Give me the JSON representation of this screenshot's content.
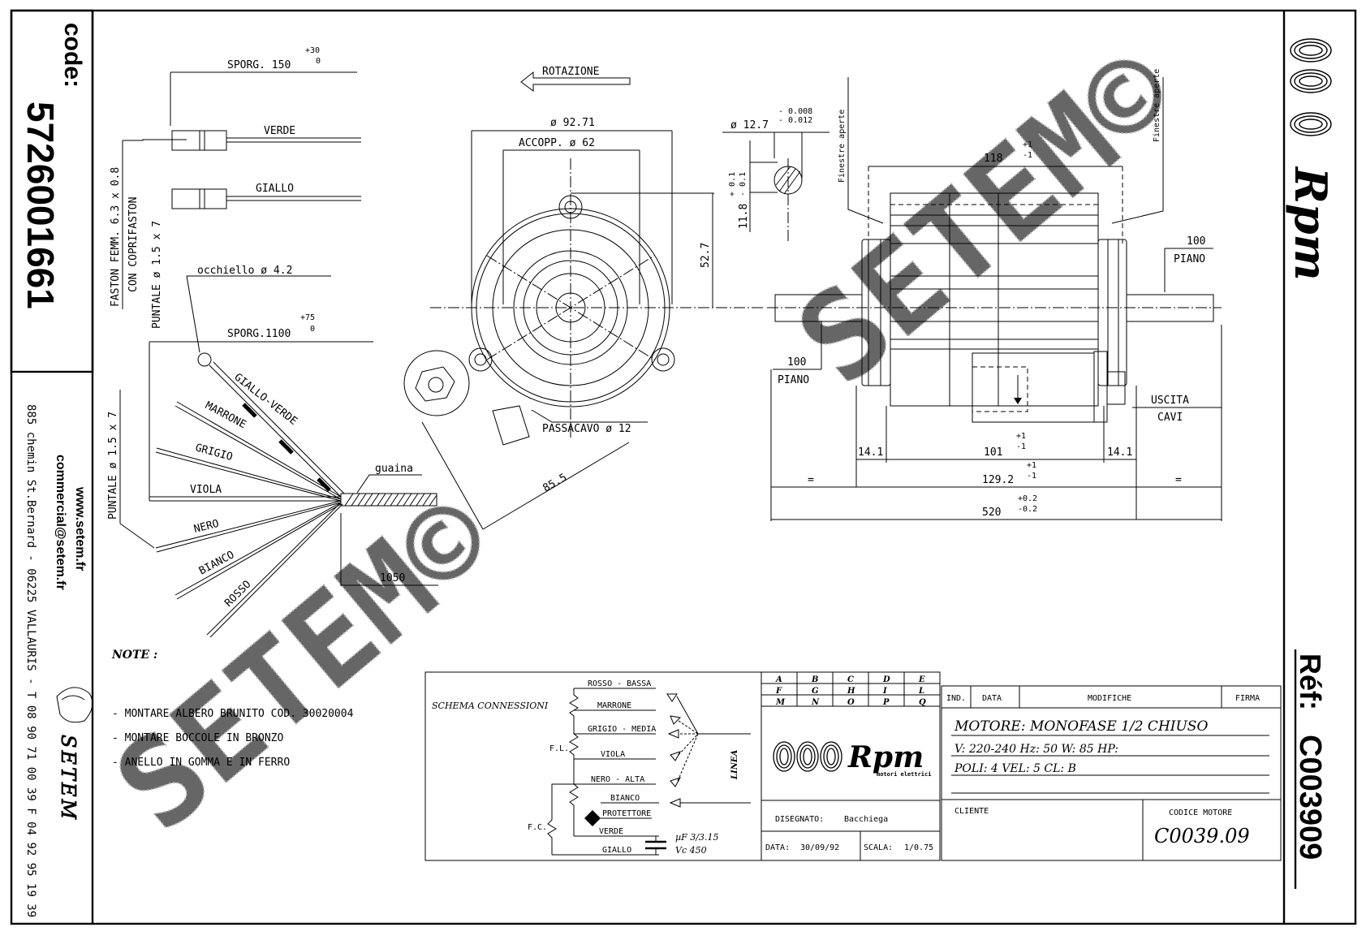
{
  "sidebar_left": {
    "code_label": "code:",
    "code_value": "5726001661",
    "website": "www.setem.fr",
    "email": "commercial@setem.fr",
    "address": "885 chemin St.Bernard  -  06225 VALLAURIS  -  T 08 90 71 00 39   F 04 92 95 19 39",
    "brand": "SETEM"
  },
  "sidebar_right": {
    "brand": "Rpm",
    "ref_label": "Réf:",
    "ref_value": "C003909"
  },
  "watermark": "SETEM©",
  "cable_view": {
    "sporg_150": "SPORG. 150",
    "sporg_150_tol_plus": "+30",
    "sporg_150_tol_minus": "0",
    "faston_note": "FASTON FEMM. 6.3 x 0.8",
    "faston_note_2": "CON COPRIFASTON",
    "puntale_top": "PUNTALE ø 1.5 x 7",
    "wire_verde": "VERDE",
    "wire_giallo": "GIALLO",
    "occhiello": "occhiello ø 4.2",
    "sporg_1100": "SPORG.1100",
    "sporg_1100_tol_plus": "+75",
    "sporg_1100_tol_minus": "0",
    "puntale_left": "PUNTALE ø 1.5 x 7",
    "wires": [
      "GIALLO-VERDE",
      "MARRONE",
      "GRIGIO",
      "VIOLA",
      "NERO",
      "BIANCO",
      "ROSSO"
    ],
    "guaina": "guaina",
    "len_1050": "1050"
  },
  "front_view": {
    "rotation": "ROTAZIONE",
    "dia_outer": "ø 92.71",
    "dia_coupling": "ACCOPP.  ø 62",
    "height_52_7": "52.7",
    "passacavo": "PASSACAVO  ø 12",
    "dim_85_5": "85.5"
  },
  "shaft_section": {
    "dia": "ø 12.7",
    "tol_1": "- 0.008",
    "tol_2": "- 0.012",
    "flat": "11.8",
    "flat_tol_plus": "+ 0.1",
    "flat_tol_minus": "- 0.1"
  },
  "side_view": {
    "finestre_1": "Finestre aperte",
    "finestre_2": "Finestre aperte",
    "dim_118": "118",
    "dim_118_plus": "+1",
    "dim_118_minus": "-1",
    "piano_right_val": "100",
    "piano_right": "PIANO",
    "piano_left_val": "100",
    "piano_left": "PIANO",
    "uscita": "USCITA",
    "cavi": "CAVI",
    "dim_14_1_left": "14.1",
    "dim_14_1_right": "14.1",
    "dim_101": "101",
    "dim_101_plus": "+1",
    "dim_101_minus": "-1",
    "dim_129_2": "129.2",
    "dim_129_2_plus": "+1",
    "dim_129_2_minus": "-1",
    "eq_left": "=",
    "eq_right": "=",
    "dim_520": "520",
    "dim_520_plus": "+0.2",
    "dim_520_minus": "-0.2"
  },
  "notes": {
    "title": "NOTE :",
    "items": [
      "- MONTARE ALBERO BRUNITO COD. 30020004",
      "- MONTARE BOCCOLE IN BRONZO",
      "- ANELLO IN GOMMA E IN FERRO"
    ]
  },
  "schema": {
    "title": "SCHEMA CONNESSIONI",
    "wires": [
      "ROSSO - BASSA",
      "MARRONE",
      "GRIGIO - MEDIA",
      "VIOLA",
      "NERO - ALTA",
      "BIANCO",
      "PROTETTORE",
      "VERDE",
      "GIALLO"
    ],
    "fl": "F.L.",
    "fc": "F.C.",
    "linea": "LINEA",
    "capacitor": "µF 3/3.15",
    "voltage": "Vc 450"
  },
  "grid_letters": [
    [
      "A",
      "B",
      "C",
      "D",
      "E"
    ],
    [
      "F",
      "G",
      "H",
      "I",
      "L"
    ],
    [
      "M",
      "N",
      "O",
      "P",
      "Q"
    ]
  ],
  "title_block": {
    "logo_text": "Rpm",
    "logo_sub": "motori elettrici",
    "disegnato_label": "DISEGNATO:",
    "disegnato_value": "Bacchiega",
    "data_label": "DATA:",
    "data_value": "30/09/92",
    "scala_label": "SCALA:",
    "scala_value": "1/0.75",
    "headers": [
      "IND.",
      "DATA",
      "MODIFICHE",
      "FIRMA"
    ],
    "motor_title": "MOTORE: MONOFASE 1/2 CHIUSO",
    "spec_line_1": "V: 220-240    Hz: 50    W: 85    HP:",
    "spec_line_2": "POLI: 4      VEL: 5      CL: B",
    "cliente_label": "CLIENTE",
    "codice_label": "CODICE MOTORE",
    "codice_value": "C0039.09"
  }
}
